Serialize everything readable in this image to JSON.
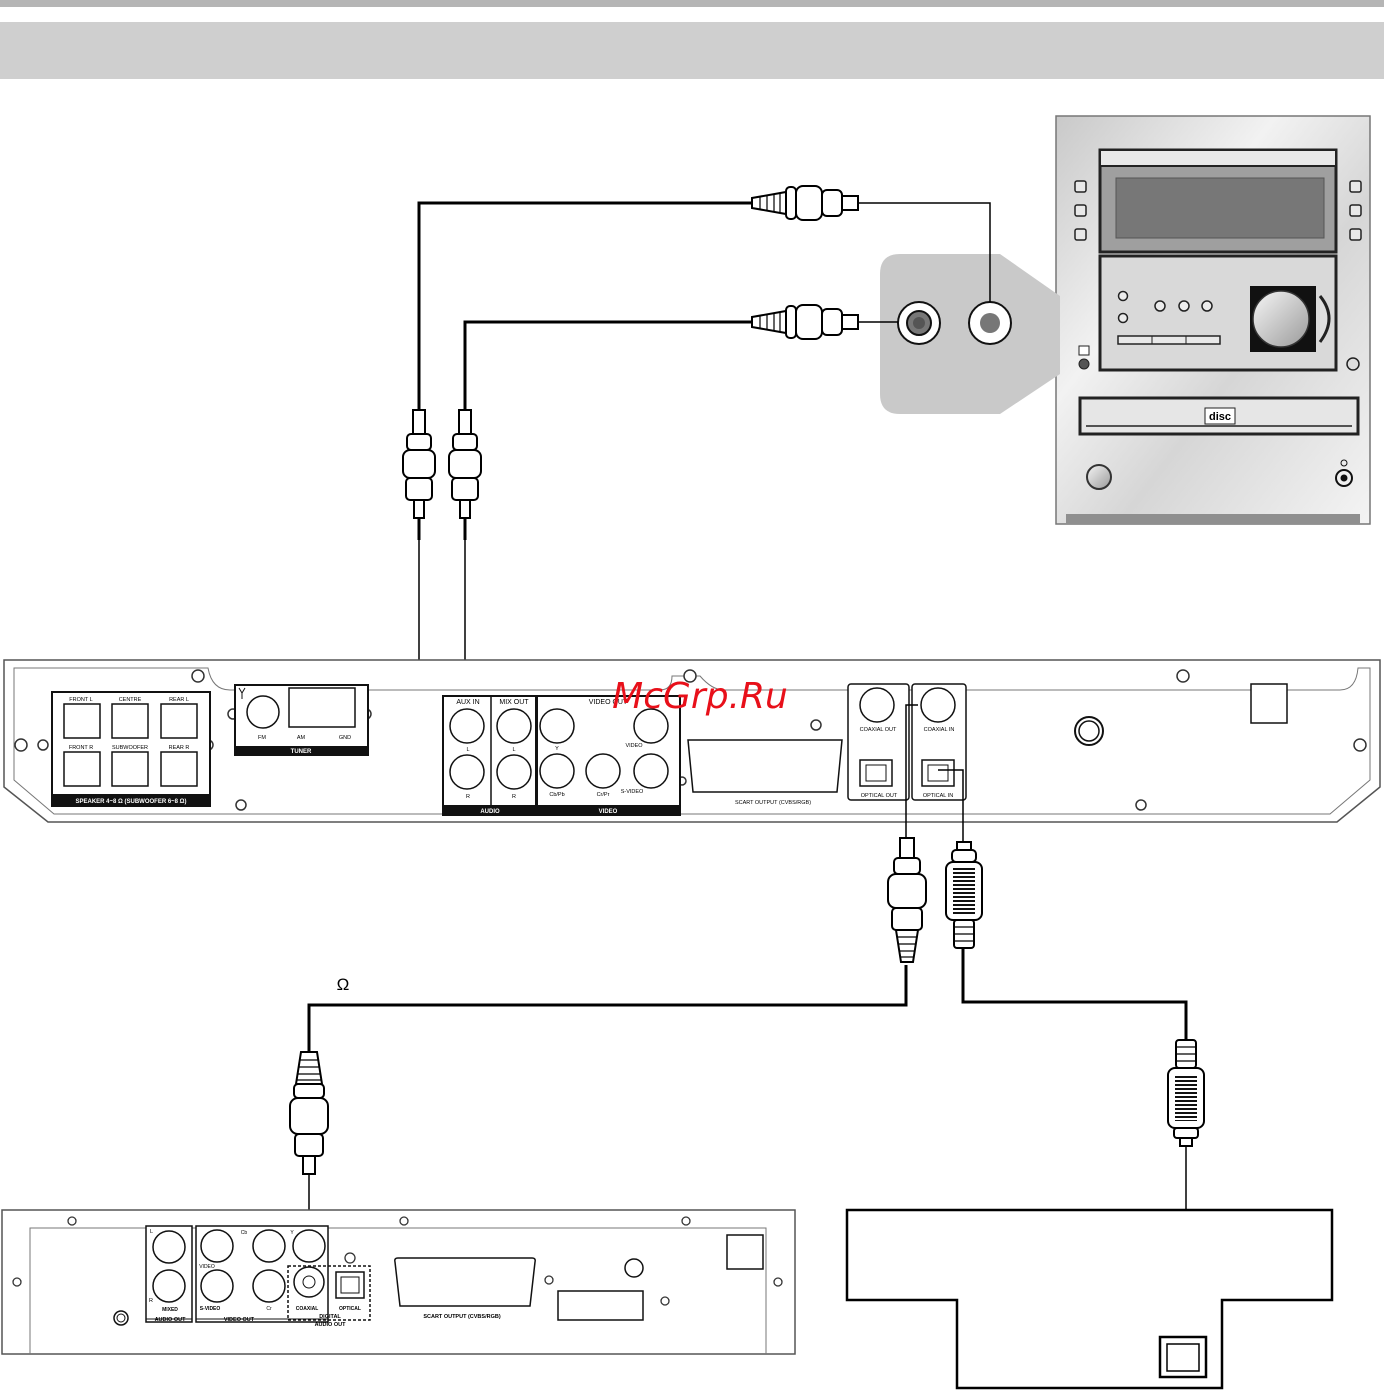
{
  "watermark": "McGrp.Ru",
  "ohm_symbol": "Ω",
  "receiver": {
    "speaker_labels": [
      "FRONT L",
      "CENTRE",
      "REAR L",
      "FRONT R",
      "SUBWOOFER",
      "REAR R"
    ],
    "speaker_caption": "SPEAKER 4~8 Ω (SUBWOOFER 6~8 Ω)",
    "tuner_labels": [
      "FM",
      "AM",
      "GND"
    ],
    "tuner_caption": "TUNER",
    "aux_in": "AUX IN",
    "mix_out": "MIX OUT",
    "left": "L",
    "right": "R",
    "audio_caption": "AUDIO",
    "video_out": "VIDEO OUT",
    "video": "VIDEO",
    "y": "Y",
    "cb_pb": "Cb/Pb",
    "cr_pr": "Cr/Pr",
    "s_video": "S-VIDEO",
    "video_caption": "VIDEO",
    "scart": "SCART OUTPUT (CVBS/RGB)",
    "coaxial_out": "COAXIAL OUT",
    "coaxial_in": "COAXIAL IN",
    "optical_out": "OPTICAL OUT",
    "optical_in": "OPTICAL IN"
  },
  "dvd": {
    "left": "L",
    "right": "R",
    "cb": "Cb",
    "y": "Y",
    "video": "VIDEO",
    "mixed": "MIXED",
    "s_video": "S-VIDEO",
    "cr": "Cr",
    "coaxial": "COAXIAL",
    "optical": "OPTICAL",
    "audio_out": "AUDIO OUT",
    "video_out": "VIDEO OUT",
    "digital_audio_out_1": "DIGITAL",
    "digital_audio_out_2": "AUDIO OUT",
    "scart": "SCART OUTPUT (CVBS/RGB)"
  },
  "stereo": {
    "disc_logo": "disc"
  }
}
